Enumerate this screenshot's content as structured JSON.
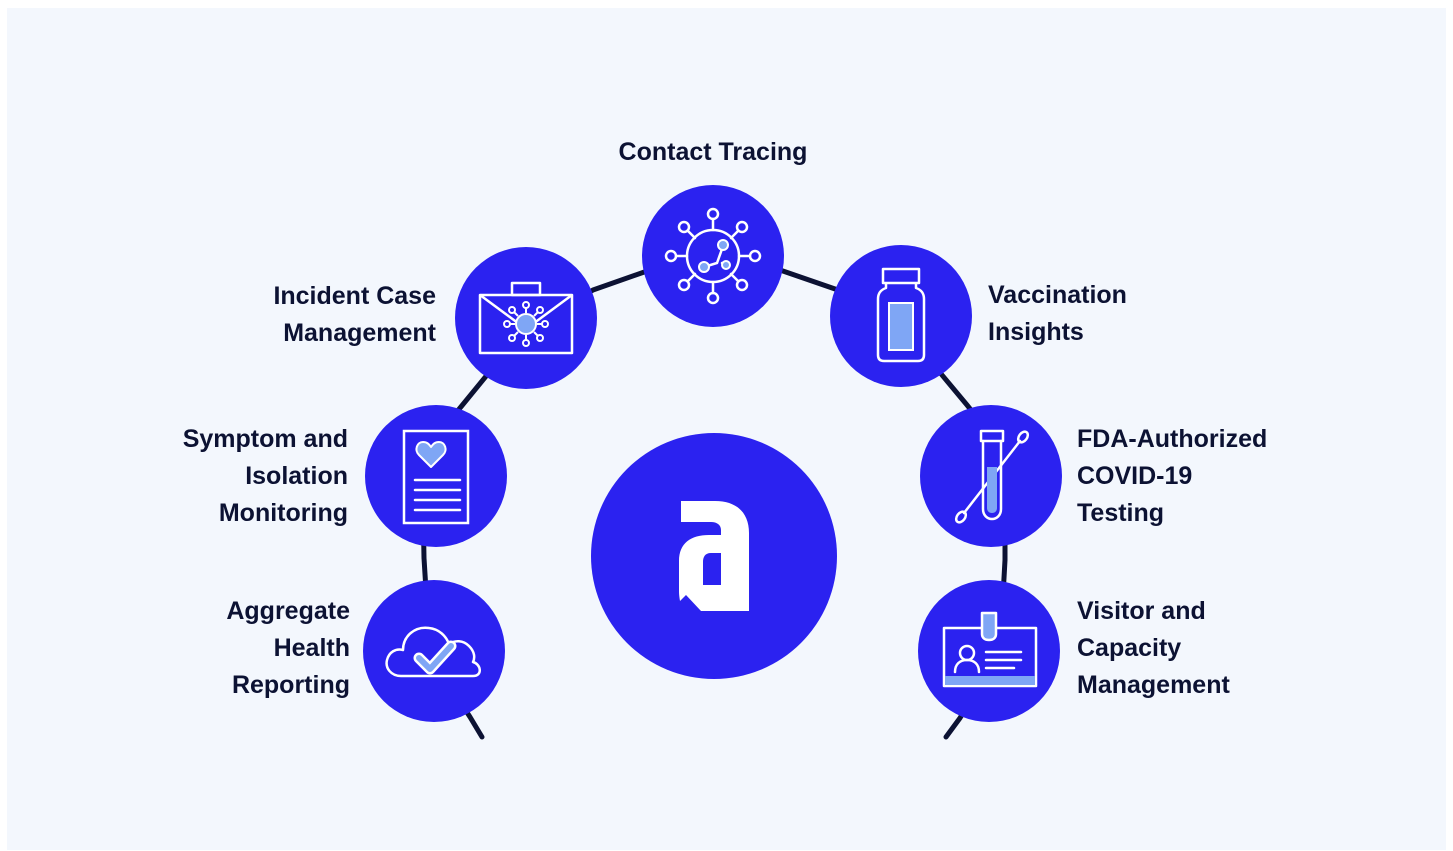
{
  "colors": {
    "background": "#f3f7fd",
    "node": "#2b22f0",
    "arc": "#0c1233",
    "icon_stroke": "#ffffff",
    "icon_accent": "#7fa6f5",
    "text": "#0c1233"
  },
  "center": {
    "icon": "logo-a-icon"
  },
  "features": {
    "contact_tracing": {
      "lines": [
        "Contact Tracing"
      ],
      "icon": "virus-network-icon"
    },
    "incident_case": {
      "lines": [
        "Incident Case",
        "Management"
      ],
      "icon": "briefcase-virus-icon"
    },
    "vaccination": {
      "lines": [
        "Vaccination",
        "Insights"
      ],
      "icon": "vaccine-vial-icon"
    },
    "symptom": {
      "lines": [
        "Symptom and",
        "Isolation",
        "Monitoring"
      ],
      "icon": "heart-document-icon"
    },
    "fda_testing": {
      "lines": [
        "FDA-Authorized",
        "COVID-19",
        "Testing"
      ],
      "icon": "test-tube-swab-icon"
    },
    "aggregate": {
      "lines": [
        "Aggregate",
        "Health",
        "Reporting"
      ],
      "icon": "cloud-check-icon"
    },
    "visitor": {
      "lines": [
        "Visitor and",
        "Capacity",
        "Management"
      ],
      "icon": "id-badge-icon"
    }
  }
}
